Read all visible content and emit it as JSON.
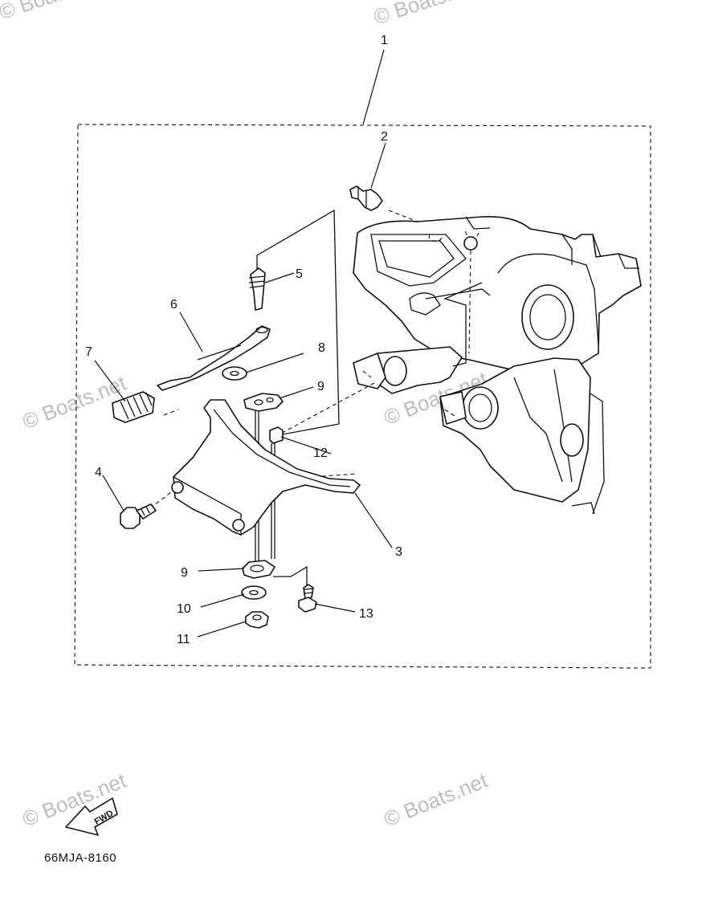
{
  "diagram": {
    "part_number_code": "66MJA-8160",
    "fwd_label": "FWD",
    "watermark_text": "© Boats.net",
    "callouts": [
      {
        "id": "1",
        "label": "1"
      },
      {
        "id": "2",
        "label": "2"
      },
      {
        "id": "3",
        "label": "3"
      },
      {
        "id": "4",
        "label": "4"
      },
      {
        "id": "5",
        "label": "5"
      },
      {
        "id": "6",
        "label": "6"
      },
      {
        "id": "7",
        "label": "7"
      },
      {
        "id": "8",
        "label": "8"
      },
      {
        "id": "9a",
        "label": "9"
      },
      {
        "id": "9b",
        "label": "9"
      },
      {
        "id": "10",
        "label": "10"
      },
      {
        "id": "11",
        "label": "11"
      },
      {
        "id": "12",
        "label": "12"
      },
      {
        "id": "13",
        "label": "13"
      }
    ]
  }
}
